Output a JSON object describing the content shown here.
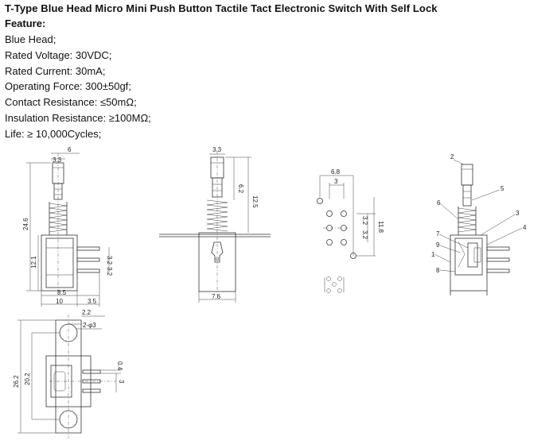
{
  "heading": {
    "title": "T-Type Blue Head Micro Mini Push Button Tactile Tact Electronic Switch With Self Lock",
    "feature_label": "Feature:"
  },
  "specs": [
    "Blue Head;",
    "Rated Voltage: 30VDC;",
    "Rated Current: 30mA;",
    "Operating Force: 300±50gf;",
    "Contact Resistance: ≤50mΩ;",
    "Insulation Resistance: ≥100MΩ;",
    "Life: ≥ 10,000Cycles;"
  ],
  "drawing": {
    "side_view": {
      "dims": [
        "6",
        "3.3",
        "24.6",
        "12.1",
        "3.2",
        "3.2",
        "8.5",
        "10",
        "3.5"
      ]
    },
    "front_view": {
      "dims": [
        "3.3",
        "6.2",
        "12.5",
        "7.6"
      ]
    },
    "pin_layout": {
      "dims": [
        "6.8",
        "3",
        "3.2",
        "3.2",
        "11.8"
      ]
    },
    "section_view": {
      "callouts": [
        "2",
        "5",
        "6",
        "3",
        "4",
        "7",
        "9",
        "1",
        "8"
      ]
    },
    "bottom_view": {
      "dims": [
        "2.2",
        "2-φ3",
        "0.4",
        "3",
        "26.2",
        "20.2"
      ]
    }
  }
}
